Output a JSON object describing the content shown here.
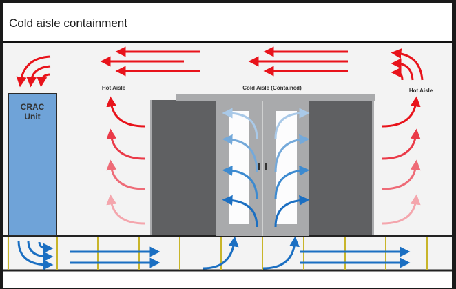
{
  "title": "Cold aisle containment",
  "labels": {
    "crac_line1": "CRAC",
    "crac_line2": "Unit",
    "hot_aisle_left": "Hot Aisle",
    "hot_aisle_right": "Hot Aisle",
    "cold_aisle": "Cold Aisle (Contained)"
  },
  "colors": {
    "hot": "#e8131b",
    "cold": "#1b6fc2",
    "crac_fill": "#6fa3d8",
    "rack": "#5f6062",
    "door": "#a9aaac",
    "floor_post": "#c8b52a",
    "room_bg": "#f3f3f3"
  }
}
